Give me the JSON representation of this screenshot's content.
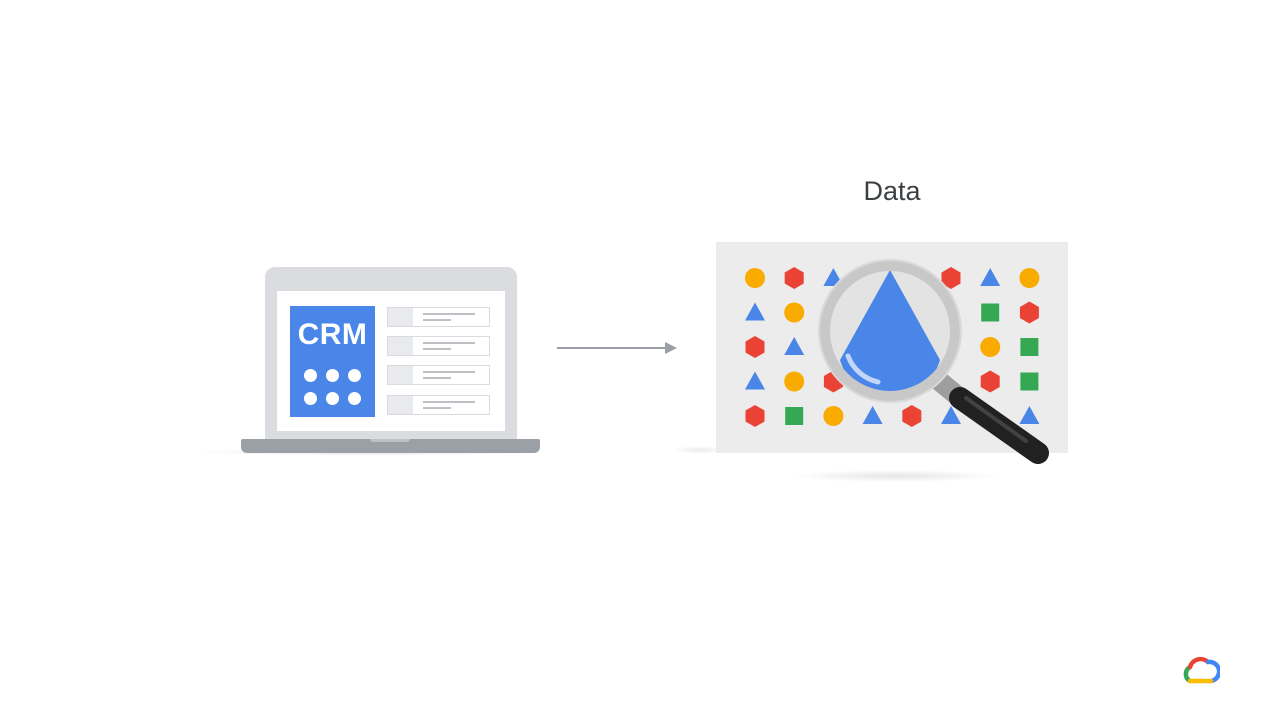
{
  "laptop": {
    "app_label": "CRM"
  },
  "data_panel": {
    "title": "Data",
    "colors": {
      "yellow": "#f9ab00",
      "red": "#ea4335",
      "blue": "#4a86e8",
      "green": "#34a853",
      "panel": "#ececec"
    },
    "shapes": [
      [
        "circle-yellow",
        "hexagon-red",
        "triangle-blue",
        "hidden",
        "hidden",
        "hexagon-red",
        "triangle-blue",
        "circle-yellow"
      ],
      [
        "triangle-blue",
        "circle-yellow",
        "hidden",
        "hidden",
        "hidden",
        "hidden",
        "square-green",
        "hexagon-red"
      ],
      [
        "hexagon-red",
        "triangle-blue",
        "hidden",
        "hidden",
        "hidden",
        "hidden",
        "circle-yellow",
        "square-green"
      ],
      [
        "triangle-blue",
        "circle-yellow",
        "hexagon-red",
        "hidden",
        "hidden",
        "hidden",
        "hexagon-red",
        "square-green"
      ],
      [
        "hexagon-red",
        "square-green",
        "circle-yellow",
        "triangle-blue",
        "hexagon-red",
        "triangle-blue",
        "hidden",
        "triangle-blue"
      ]
    ],
    "magnifier": {
      "icon": "magnifying-glass-icon",
      "lens_content": "droplet-icon"
    }
  },
  "branding": {
    "logo": "google-cloud-icon"
  }
}
